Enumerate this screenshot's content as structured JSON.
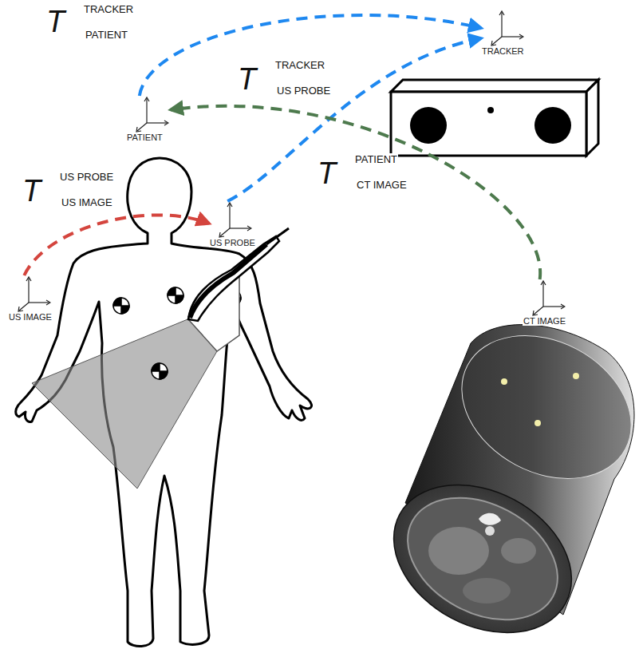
{
  "diagram": {
    "nodes": [
      {
        "text": [
          "TRACKER"
        ]
      },
      {
        "text": [
          "PATIENT"
        ]
      },
      {
        "text": [
          "US PROBE"
        ]
      },
      {
        "text": [
          "US IMAGE"
        ]
      },
      {
        "text": [
          "CT IMAGE"
        ]
      }
    ],
    "edges": [
      {
        "from": 1,
        "to": 0,
        "arrow": "to"
      },
      {
        "from": 2,
        "to": 0,
        "arrow": "to"
      },
      {
        "from": 3,
        "to": 2,
        "arrow": "to"
      },
      {
        "from": 4,
        "to": 1,
        "arrow": "to"
      }
    ],
    "labels": [
      "T",
      "TRACKER",
      "PATIENT",
      "T",
      "TRACKER",
      "US PROBE",
      "T",
      "US PROBE",
      "US IMAGE",
      "T",
      "PATIENT",
      "CT IMAGE"
    ]
  }
}
